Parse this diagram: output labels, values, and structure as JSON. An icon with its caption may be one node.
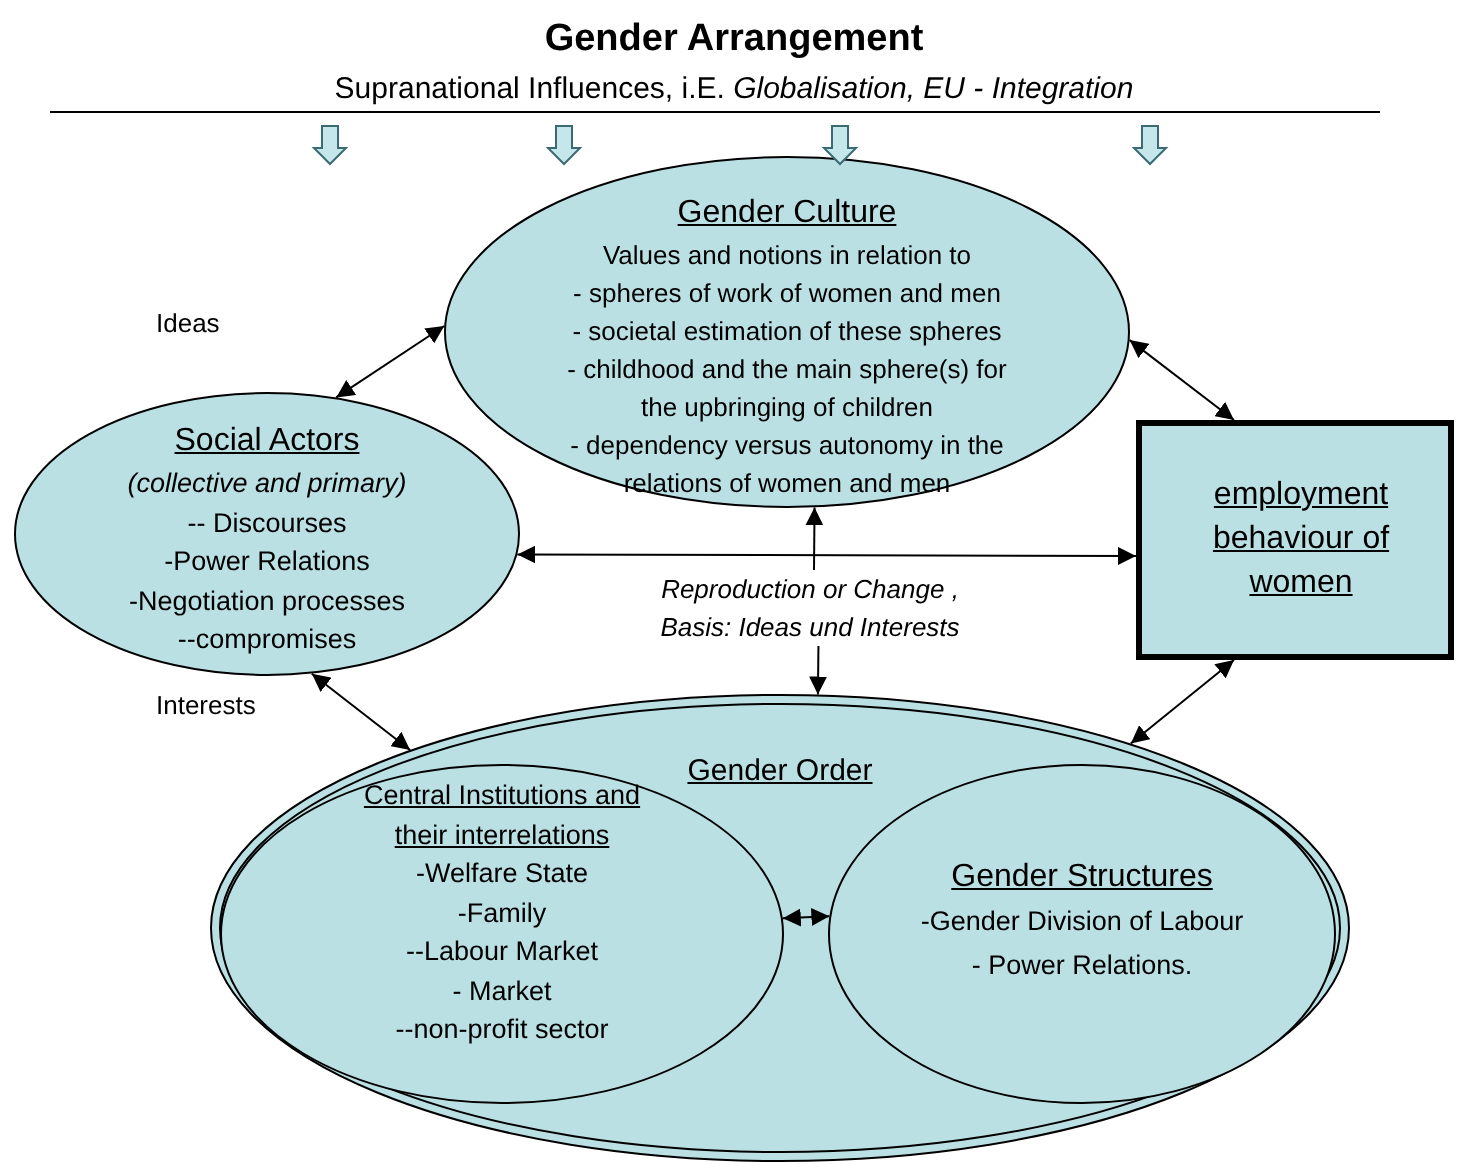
{
  "diagram": {
    "title": "Gender Arrangement",
    "nodes": [
      {
        "text": [
          "Gender Culture",
          "Values and notions in relation to",
          "- spheres of work of women and men",
          "- societal estimation of these spheres",
          "- childhood and the main sphere(s) for the upbringing of children",
          "- dependency versus autonomy in the relations of women and men"
        ]
      },
      {
        "text": [
          "Social Actors",
          "(collective and primary)",
          "-- Discourses",
          "-Power Relations",
          "-Negotiation processes",
          "--compromises"
        ]
      },
      {
        "text": [
          "employment behaviour of women"
        ]
      },
      {
        "text": [
          "Reproduction or Change , Basis: Ideas und Interests"
        ]
      },
      {
        "text": [
          "Gender Order"
        ]
      },
      {
        "text": [
          "Central Institutions and their interrelations",
          "-Welfare State",
          "-Family",
          "--Labour Market",
          "- Market",
          "--non-profit sector"
        ],
        "in": 4
      },
      {
        "text": [
          "Gender Structures",
          "-Gender Division of Labour",
          "- Power Relations."
        ],
        "in": 4
      }
    ],
    "edges": [
      {
        "from": 1,
        "to": 0,
        "arrow": "both"
      },
      {
        "from": 0,
        "to": 2,
        "arrow": "both"
      },
      {
        "from": 1,
        "to": 2,
        "arrow": "both"
      },
      {
        "from": 3,
        "to": 0,
        "arrow": "to"
      },
      {
        "from": 3,
        "to": 4,
        "arrow": "to"
      },
      {
        "from": 1,
        "to": 4,
        "arrow": "both"
      },
      {
        "from": 4,
        "to": 2,
        "arrow": "both"
      },
      {
        "from": 5,
        "to": 6,
        "arrow": "both"
      }
    ],
    "labels": [
      "Supranational Influences, i.E. *Globalisation, EU - Integration*",
      "Ideas",
      "Interests"
    ]
  }
}
